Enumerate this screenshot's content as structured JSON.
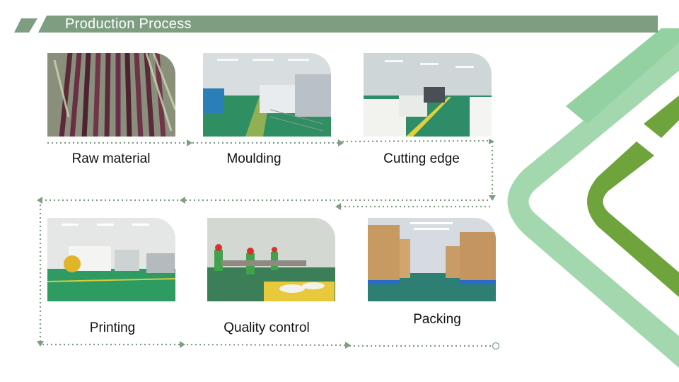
{
  "header": {
    "title": "Production Process"
  },
  "colors": {
    "title_bar": "#7e9e82",
    "accent_light": "#93d1a0",
    "accent_dark": "#6fa33c",
    "flow_line": "#7e9e82"
  },
  "steps": [
    {
      "label": "Raw material"
    },
    {
      "label": "Moulding"
    },
    {
      "label": "Cutting edge"
    },
    {
      "label": "Printing"
    },
    {
      "label": "Quality control"
    },
    {
      "label": "Packing"
    }
  ]
}
